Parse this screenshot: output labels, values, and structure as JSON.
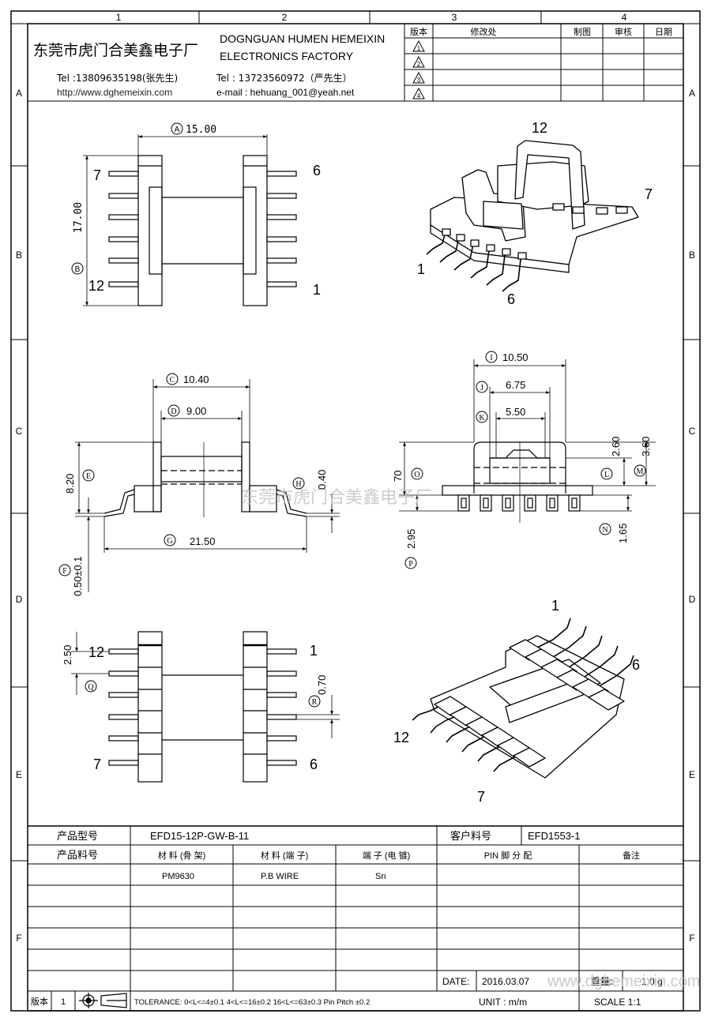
{
  "grid": {
    "columns": [
      "1",
      "2",
      "3",
      "4"
    ],
    "rows": [
      "A",
      "B",
      "C",
      "D",
      "E",
      "F"
    ]
  },
  "company": {
    "name_zh": "东莞市虎门合美鑫电子厂",
    "name_en_line1": "DOGNGUAN HUMEN HEMEIXIN",
    "name_en_line2": "ELECTRONICS FACTORY",
    "tel1": "Tel :13809635198(张先生)",
    "tel2": "Tel : 13723560972（严先生）",
    "website": "http://www.dghemeixin.com",
    "email": "e-mail : hehuang_001@yeah.net"
  },
  "revision_table": {
    "headers": [
      "版本",
      "修改处",
      "制图",
      "审核",
      "日期"
    ],
    "rows": [
      "1",
      "2",
      "3",
      "4"
    ]
  },
  "dimensions": {
    "A": "15.00",
    "B": "17.00",
    "C": "10.40",
    "D": "9.00",
    "E": "8.20",
    "F": "0.50±0.1",
    "G": "21.50",
    "H": "0.40",
    "I": "10.50",
    "J": "6.75",
    "K": "5.50",
    "L": "2.60",
    "M": "3.60",
    "N": "1.65",
    "O": "70",
    "P": "2.95",
    "Q": "2.50",
    "R": "0.70"
  },
  "dim_letters": [
    "A",
    "B",
    "C",
    "D",
    "E",
    "F",
    "G",
    "H",
    "I",
    "J",
    "K",
    "L",
    "M",
    "N",
    "O",
    "P",
    "Q",
    "R"
  ],
  "pins": {
    "top_view": {
      "tl": "7",
      "tr": "6",
      "bl": "12",
      "br": "1"
    },
    "iso_top": {
      "a": "12",
      "b": "7",
      "c": "1",
      "d": "6"
    },
    "bottom_view": {
      "tl": "12",
      "tr": "1",
      "bl": "7",
      "br": "6"
    },
    "iso_bottom": {
      "a": "1",
      "b": "6",
      "c": "12",
      "d": "7"
    }
  },
  "watermark_center": "东莞市虎门合美鑫电子厂",
  "watermark_corner": "www.dghemeixin.com",
  "info_table": {
    "product_model_label": "产品型号",
    "product_model": "EFD15-12P-GW-B-11",
    "customer_part_label": "客户料号",
    "customer_part": "EFD1553-1",
    "product_part_label": "产品料号",
    "headers": [
      "材 料 (骨 架)",
      "材 料 (端 子)",
      "端 子 (电 镀)",
      "PIN 脚 分 配",
      "备注"
    ],
    "values": [
      "PM9630",
      "P.B WIRE",
      "Sn"
    ],
    "date_label": "DATE:",
    "date": "2016.03.07",
    "weight_label": "重量:",
    "weight": "1.0 g",
    "unit": "UNIT : m/m",
    "scale": "SCALE   1:1",
    "version_label": "版本",
    "version": "1",
    "tolerance": "TOLERANCE:  0<L<=4±0.1  4<L<=16±0.2  16<L<=63±0.3  Pin Pitch  ±0.2"
  }
}
